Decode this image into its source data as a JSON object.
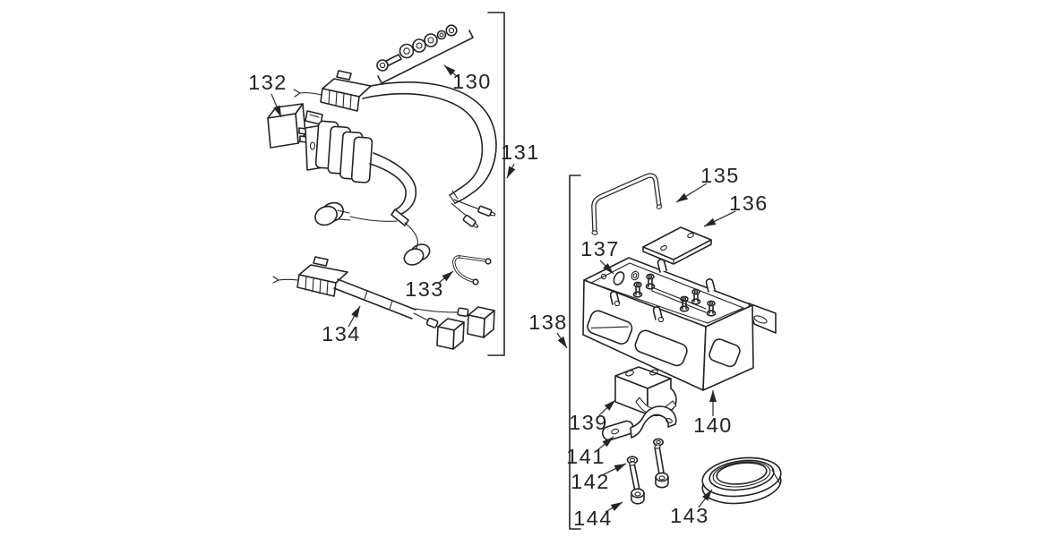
{
  "diagram": {
    "background_color": "#ffffff",
    "line_color": "#242424",
    "callouts": [
      {
        "id": "130",
        "label": "130"
      },
      {
        "id": "131",
        "label": "131"
      },
      {
        "id": "132",
        "label": "132"
      },
      {
        "id": "133",
        "label": "133"
      },
      {
        "id": "134",
        "label": "134"
      },
      {
        "id": "135",
        "label": "135"
      },
      {
        "id": "136",
        "label": "136"
      },
      {
        "id": "137",
        "label": "137"
      },
      {
        "id": "138",
        "label": "138"
      },
      {
        "id": "139",
        "label": "139"
      },
      {
        "id": "140",
        "label": "140"
      },
      {
        "id": "141",
        "label": "141"
      },
      {
        "id": "142",
        "label": "142"
      },
      {
        "id": "143",
        "label": "143"
      },
      {
        "id": "144",
        "label": "144"
      }
    ]
  }
}
